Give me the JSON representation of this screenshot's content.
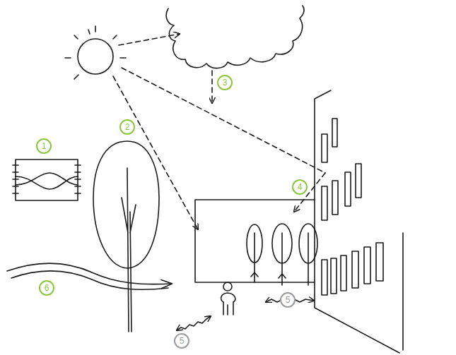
{
  "diagram": {
    "labels": [
      "3",
      "2",
      "1",
      "4",
      "6",
      "5",
      "5"
    ]
  }
}
